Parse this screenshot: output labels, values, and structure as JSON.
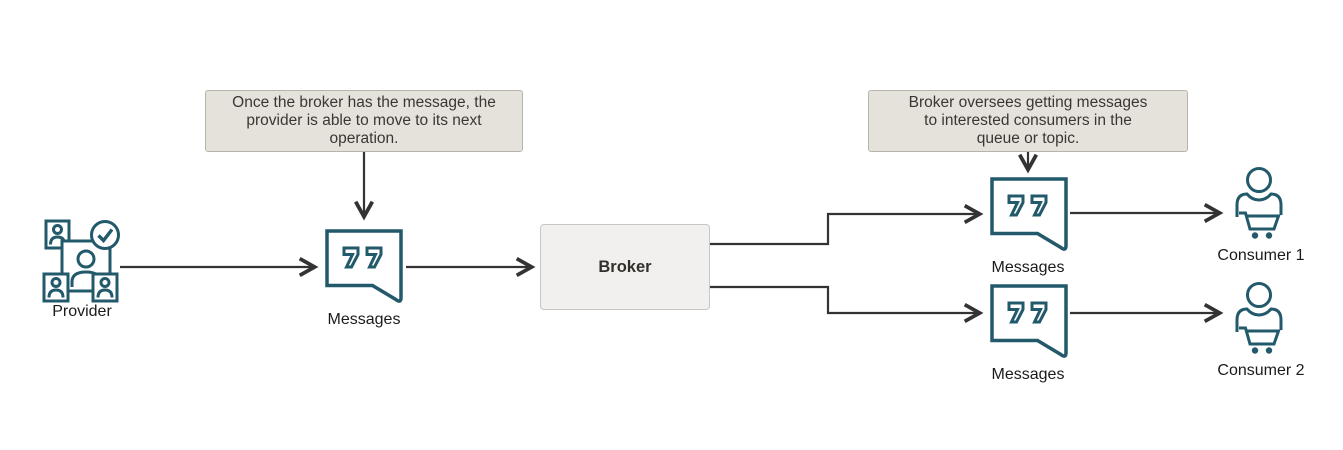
{
  "diagram": {
    "nodes": {
      "provider": {
        "label": "Provider",
        "icon": "people-group-check-icon"
      },
      "messages_left": {
        "label": "Messages",
        "icon": "speech-bubble-quotes-icon"
      },
      "broker": {
        "label": "Broker"
      },
      "messages_top": {
        "label": "Messages",
        "icon": "speech-bubble-quotes-icon"
      },
      "messages_bottom": {
        "label": "Messages",
        "icon": "speech-bubble-quotes-icon"
      },
      "consumer_1": {
        "label": "Consumer 1",
        "icon": "person-shopping-cart-icon"
      },
      "consumer_2": {
        "label": "Consumer 2",
        "icon": "person-shopping-cart-icon"
      }
    },
    "callouts": {
      "provider_note": {
        "lines": [
          "Once the broker has the message, the",
          "provider is able to move to its next",
          "operation."
        ]
      },
      "broker_note": {
        "lines": [
          "Broker oversees getting messages",
          "to interested consumers in the",
          "queue or topic."
        ]
      }
    },
    "colors": {
      "icon_teal": "#22596b",
      "connector": "#333333",
      "callout_bg": "#e5e2dc",
      "callout_border": "#b8b4ac",
      "broker_bg": "#f1f0ee",
      "broker_border": "#c9c7c3",
      "label_text": "#1c1b1a"
    }
  }
}
